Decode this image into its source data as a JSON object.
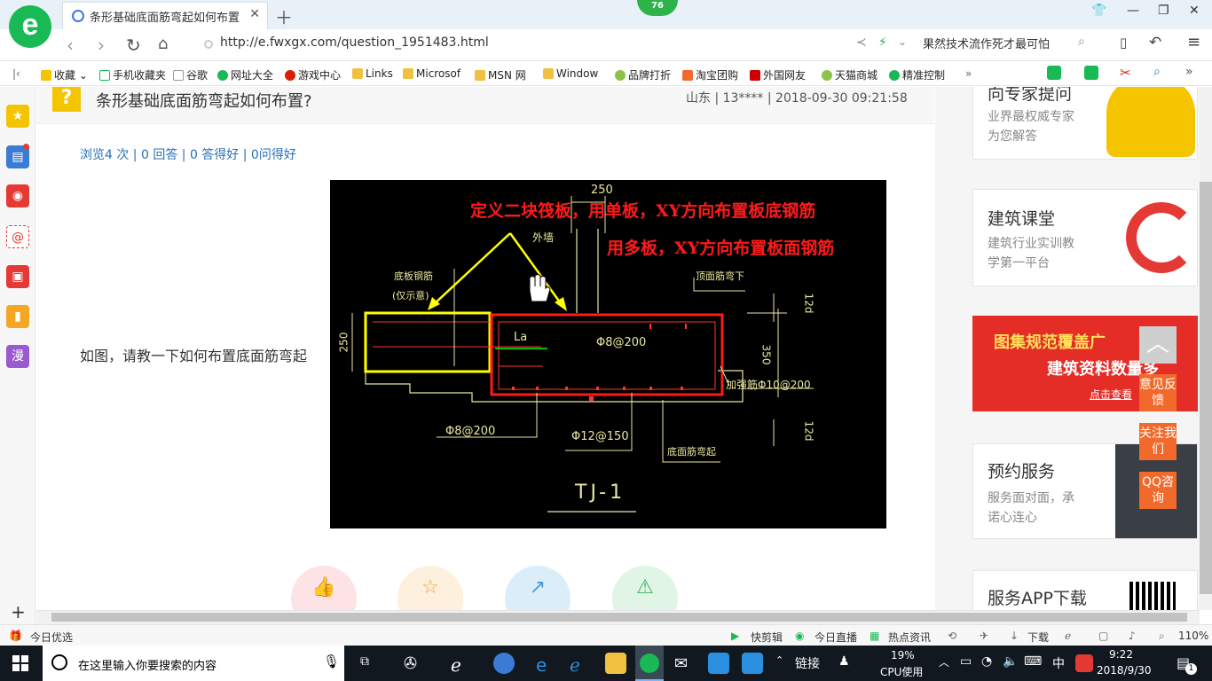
{
  "browser": {
    "tab_title": "条形基础底面筋弯起如何布置? _",
    "badge_count": "76",
    "url": "http://e.fwxgx.com/question_1951483.html",
    "search_text": "果然技术流作死才最可怕"
  },
  "bookmarks": [
    "收藏",
    "手机收藏夹",
    "谷歌",
    "网址大全",
    "游戏中心",
    "Links",
    "Microsof",
    "MSN 网",
    "Window",
    "品牌打折",
    "淘宝团购",
    "外国网友",
    "天猫商城",
    "精准控制"
  ],
  "question": {
    "title": "条形基础底面筋弯起如何布置?",
    "meta": "山东 | 13**** | 2018-09-30 09:21:58",
    "stats": "浏览4 次 | 0 回答 | 0 答得好 | 0问得好",
    "description": "如图，请教一下如何布置底面筋弯起"
  },
  "drawing": {
    "note1": "定义二块筏板，用单板，XY方向布置板底钢筋",
    "note2": "用多板，XY方向布置板面钢筋",
    "dim_top": "250",
    "wall": "外墙",
    "bottom_bar_label": "底板钢筋",
    "bottom_bar_sub": "(仅示意)",
    "top_bend": "顶面筋弯下",
    "dim_12d_top": "12d",
    "dim_250_left": "250",
    "la": "La",
    "rebar1": "Φ8@200",
    "dim_350": "350",
    "rebar2": "加强筋Φ10@200",
    "rebar3": "Φ8@200",
    "rebar4": "Φ12@150",
    "bottom_bend": "底面筋弯起",
    "dim_12d_bottom": "12d",
    "drawing_title": "TJ-1"
  },
  "right_sidebar": {
    "expert_title": "向专家提问",
    "expert_sub1": "业界最权威专家",
    "expert_sub2": "为您解答",
    "class_title": "建筑课堂",
    "class_sub1": "建筑行业实训教",
    "class_sub2": "学第一平台",
    "banner_text1": "图集规范覆盖广",
    "banner_text2": "建筑资料数量多",
    "banner_link": "点击查看",
    "service_title": "预约服务",
    "service_sub1": "服务面对面，承",
    "service_sub2": "诺心连心",
    "app_title": "服务APP下载",
    "feedback": "意见反馈",
    "follow": "关注我们",
    "qq": "QQ咨询"
  },
  "status_bar": {
    "left": "今日优选",
    "items": [
      "快剪辑",
      "今日直播",
      "热点资讯",
      "下载"
    ],
    "zoom": "110%"
  },
  "taskbar": {
    "search_placeholder": "在这里输入你要搜索的内容",
    "links": "链接",
    "cpu_percent": "19%",
    "cpu_label": "CPU使用",
    "ime": "中",
    "time": "9:22",
    "date": "2018/9/30",
    "notif_count": "1"
  },
  "colors": {
    "accent_green": "#19b955",
    "link_blue": "#2b6fb6",
    "orange": "#f26a2b"
  }
}
